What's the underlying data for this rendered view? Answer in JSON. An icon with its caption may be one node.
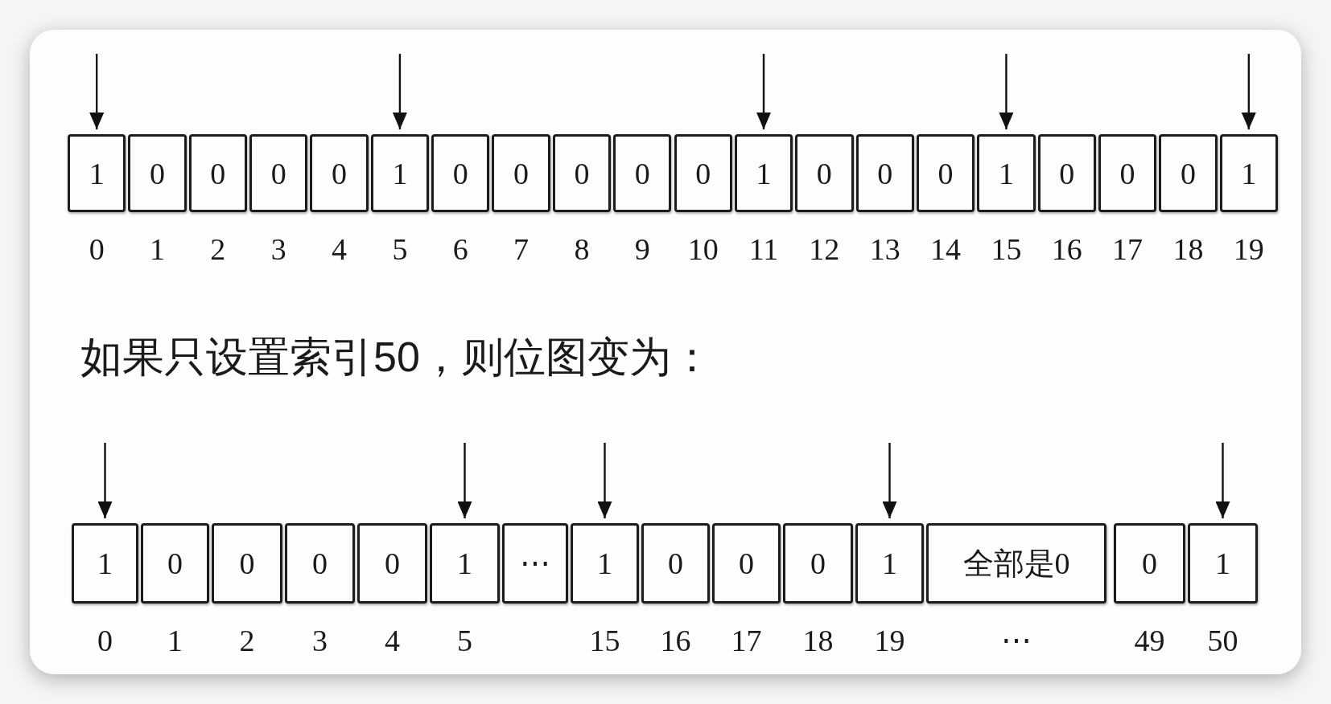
{
  "diagram": {
    "nodes": [
      {
        "text": [
          "1"
        ],
        "beside": [
          "0"
        ]
      },
      {
        "text": [
          "0"
        ],
        "beside": [
          "1"
        ]
      },
      {
        "text": [
          "0"
        ],
        "beside": [
          "2"
        ]
      },
      {
        "text": [
          "0"
        ],
        "beside": [
          "3"
        ]
      },
      {
        "text": [
          "0"
        ],
        "beside": [
          "4"
        ]
      },
      {
        "text": [
          "1"
        ],
        "beside": [
          "5"
        ]
      },
      {
        "text": [
          "0"
        ],
        "beside": [
          "6"
        ]
      },
      {
        "text": [
          "0"
        ],
        "beside": [
          "7"
        ]
      },
      {
        "text": [
          "0"
        ],
        "beside": [
          "8"
        ]
      },
      {
        "text": [
          "0"
        ],
        "beside": [
          "9"
        ]
      },
      {
        "text": [
          "0"
        ],
        "beside": [
          "10"
        ]
      },
      {
        "text": [
          "1"
        ],
        "beside": [
          "11"
        ]
      },
      {
        "text": [
          "0"
        ],
        "beside": [
          "12"
        ]
      },
      {
        "text": [
          "0"
        ],
        "beside": [
          "13"
        ]
      },
      {
        "text": [
          "0"
        ],
        "beside": [
          "14"
        ]
      },
      {
        "text": [
          "1"
        ],
        "beside": [
          "15"
        ]
      },
      {
        "text": [
          "0"
        ],
        "beside": [
          "16"
        ]
      },
      {
        "text": [
          "0"
        ],
        "beside": [
          "17"
        ]
      },
      {
        "text": [
          "0"
        ],
        "beside": [
          "18"
        ]
      },
      {
        "text": [
          "1"
        ],
        "beside": [
          "19"
        ]
      },
      {
        "text": [
          "1"
        ],
        "beside": [
          "0"
        ]
      },
      {
        "text": [
          "0"
        ],
        "beside": [
          "1"
        ]
      },
      {
        "text": [
          "0"
        ],
        "beside": [
          "2"
        ]
      },
      {
        "text": [
          "0"
        ],
        "beside": [
          "3"
        ]
      },
      {
        "text": [
          "0"
        ],
        "beside": [
          "4"
        ]
      },
      {
        "text": [
          "1"
        ],
        "beside": [
          "5"
        ]
      },
      {
        "text": [
          "⋯"
        ]
      },
      {
        "text": [
          "1"
        ],
        "beside": [
          "15"
        ]
      },
      {
        "text": [
          "0"
        ],
        "beside": [
          "16"
        ]
      },
      {
        "text": [
          "0"
        ],
        "beside": [
          "17"
        ]
      },
      {
        "text": [
          "0"
        ],
        "beside": [
          "18"
        ]
      },
      {
        "text": [
          "1"
        ],
        "beside": [
          "19"
        ]
      },
      {
        "text": [
          "全部是0"
        ],
        "beside": [
          "⋯"
        ]
      },
      {
        "text": [
          "0"
        ],
        "beside": [
          "49"
        ]
      },
      {
        "text": [
          "1"
        ],
        "beside": [
          "50"
        ]
      }
    ],
    "edges": [
      {
        "from": null,
        "to": 0,
        "arrow": "to"
      },
      {
        "from": null,
        "to": 5,
        "arrow": "to"
      },
      {
        "from": null,
        "to": 11,
        "arrow": "to"
      },
      {
        "from": null,
        "to": 15,
        "arrow": "to"
      },
      {
        "from": null,
        "to": 19,
        "arrow": "to"
      },
      {
        "from": null,
        "to": 20,
        "arrow": "to"
      },
      {
        "from": null,
        "to": 25,
        "arrow": "to"
      },
      {
        "from": null,
        "to": 27,
        "arrow": "to"
      },
      {
        "from": null,
        "to": 31,
        "arrow": "to"
      },
      {
        "from": null,
        "to": 34,
        "arrow": "to"
      }
    ],
    "labels": [
      "如果只设置索引50，则位图变为："
    ]
  }
}
